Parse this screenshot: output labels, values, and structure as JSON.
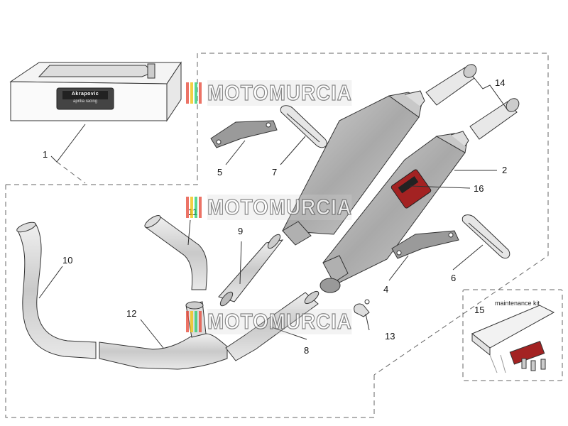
{
  "part_numbers": {
    "p1": "1",
    "p2": "2",
    "p4": "4",
    "p5": "5",
    "p6": "6",
    "p7": "7",
    "p8": "8",
    "p9": "9",
    "p10": "10",
    "p11": "11",
    "p12": "12",
    "p13": "13",
    "p14": "14",
    "p15": "15",
    "p16": "16"
  },
  "maintenance_kit_label": "maintenance kit",
  "watermark_text": "MOTOMURCIA",
  "box_logo_text": "Akrapovic",
  "box_logo_sub": "aprilia racing",
  "colors": {
    "line": "#333333",
    "dash": "#666666",
    "muffler": "#b8b8b8",
    "pipe": "#d4d4d4",
    "flag": [
      "#e74c3c",
      "#f1c40f",
      "#2ecc71",
      "#e74c3c"
    ]
  }
}
